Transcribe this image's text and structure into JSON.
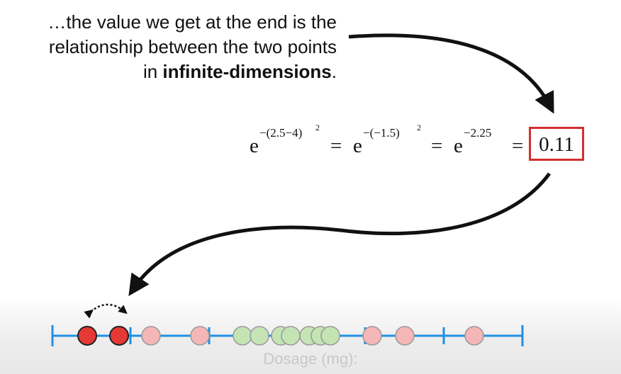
{
  "caption": {
    "line1": "…the value we get at the end is the",
    "line2": "relationship between the two points",
    "line3_prefix": "in ",
    "line3_bold": "infinite-dimensions",
    "line3_suffix": "."
  },
  "equation": {
    "base": "e",
    "exp1": "−(2.5−4)",
    "exp1_sq": "2",
    "exp2": "−(−1.5)",
    "exp2_sq": "2",
    "exp3": "−2.25",
    "equals": "=",
    "result": "0.11"
  },
  "axis": {
    "label": "Dosage (mg):"
  },
  "colors": {
    "axis": "#1e90e6",
    "highlight_box": "#d32f2f",
    "selected_point": "#e53935",
    "red_point": "#f4b6b6",
    "green_point": "#c5e4b4"
  }
}
